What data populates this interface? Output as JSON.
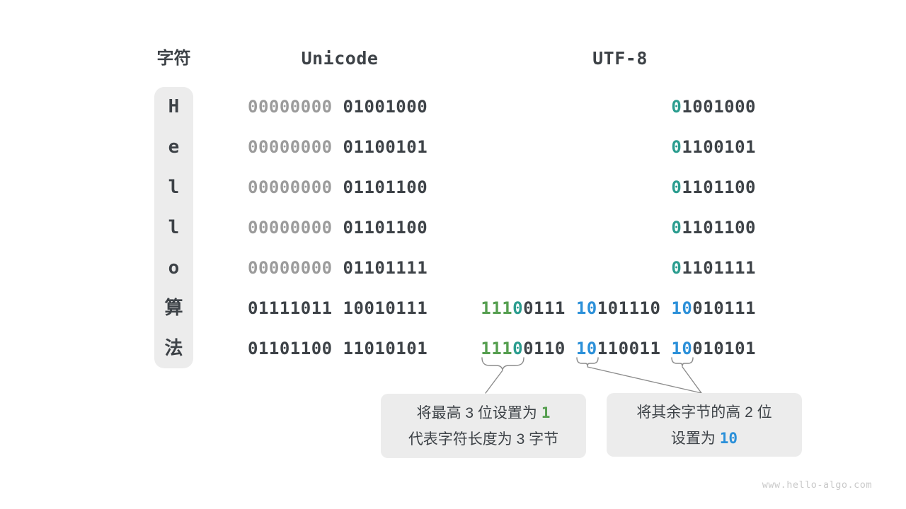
{
  "page": {
    "watermark": "www.hello-algo.com"
  },
  "colors": {
    "dark": "#3d4247",
    "gray": "#9b9b9b",
    "teal": "#2a9d8f",
    "green": "#559e4f",
    "blue": "#2b90d9",
    "box_bg": "#ececec",
    "connector": "#8c8c8c",
    "watermark": "#c9c9c9"
  },
  "header": {
    "char_col": "字符",
    "unicode_col": "Unicode",
    "utf8_col": "UTF-8"
  },
  "rows": [
    {
      "char": "H",
      "unicode": [
        {
          "text": "00000000",
          "color": "gray"
        },
        {
          "text": "01001000",
          "color": "dark"
        }
      ],
      "utf8": [
        [
          {
            "text": "0",
            "color": "teal"
          },
          {
            "text": "1001000",
            "color": "dark"
          }
        ]
      ]
    },
    {
      "char": "e",
      "unicode": [
        {
          "text": "00000000",
          "color": "gray"
        },
        {
          "text": "01100101",
          "color": "dark"
        }
      ],
      "utf8": [
        [
          {
            "text": "0",
            "color": "teal"
          },
          {
            "text": "1100101",
            "color": "dark"
          }
        ]
      ]
    },
    {
      "char": "l",
      "unicode": [
        {
          "text": "00000000",
          "color": "gray"
        },
        {
          "text": "01101100",
          "color": "dark"
        }
      ],
      "utf8": [
        [
          {
            "text": "0",
            "color": "teal"
          },
          {
            "text": "1101100",
            "color": "dark"
          }
        ]
      ]
    },
    {
      "char": "l",
      "unicode": [
        {
          "text": "00000000",
          "color": "gray"
        },
        {
          "text": "01101100",
          "color": "dark"
        }
      ],
      "utf8": [
        [
          {
            "text": "0",
            "color": "teal"
          },
          {
            "text": "1101100",
            "color": "dark"
          }
        ]
      ]
    },
    {
      "char": "o",
      "unicode": [
        {
          "text": "00000000",
          "color": "gray"
        },
        {
          "text": "01101111",
          "color": "dark"
        }
      ],
      "utf8": [
        [
          {
            "text": "0",
            "color": "teal"
          },
          {
            "text": "1101111",
            "color": "dark"
          }
        ]
      ]
    },
    {
      "char": "算",
      "unicode": [
        {
          "text": "01111011",
          "color": "dark"
        },
        {
          "text": "10010111",
          "color": "dark"
        }
      ],
      "utf8": [
        [
          {
            "text": "111",
            "color": "green"
          },
          {
            "text": "0",
            "color": "teal"
          },
          {
            "text": "0111",
            "color": "dark"
          }
        ],
        [
          {
            "text": "10",
            "color": "blue"
          },
          {
            "text": "101110",
            "color": "dark"
          }
        ],
        [
          {
            "text": "10",
            "color": "blue"
          },
          {
            "text": "010111",
            "color": "dark"
          }
        ]
      ]
    },
    {
      "char": "法",
      "unicode": [
        {
          "text": "01101100",
          "color": "dark"
        },
        {
          "text": "11010101",
          "color": "dark"
        }
      ],
      "utf8": [
        [
          {
            "text": "111",
            "color": "green"
          },
          {
            "text": "0",
            "color": "teal"
          },
          {
            "text": "0110",
            "color": "dark"
          }
        ],
        [
          {
            "text": "10",
            "color": "blue"
          },
          {
            "text": "110011",
            "color": "dark"
          }
        ],
        [
          {
            "text": "10",
            "color": "blue"
          },
          {
            "text": "010101",
            "color": "dark"
          }
        ]
      ]
    }
  ],
  "annotations": {
    "left_box": {
      "line1_prefix": "将最高 3 位设置为 ",
      "line1_highlight": "1",
      "line2": "代表字符长度为 3 字节"
    },
    "right_box": {
      "line1": "将其余字节的高 2 位",
      "line2_prefix": "设置为 ",
      "line2_highlight": "10"
    }
  }
}
